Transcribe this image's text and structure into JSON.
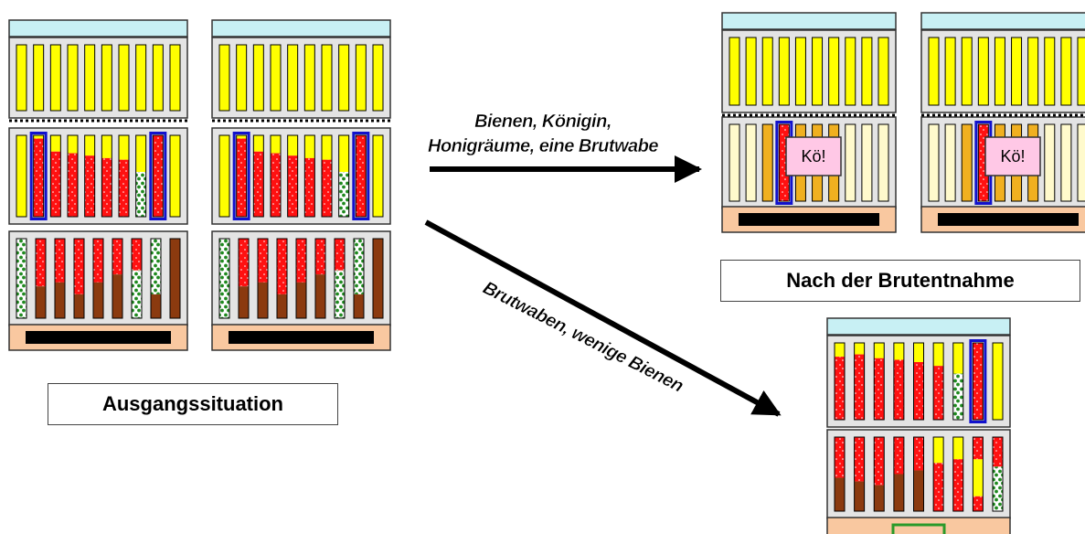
{
  "labels": {
    "start": "Ausgangssituation",
    "after": "Nach der Brutentnahme"
  },
  "arrows": {
    "upper_line1": "Bienen, Königin,",
    "upper_line2": "Honigräume, eine Brutwabe",
    "lower": "Brutwaben, wenige Bienen"
  },
  "queen_label": "Kö!",
  "colors": {
    "lid": "#c8f0f4",
    "box": "#e4e4e4",
    "honey": "#ffff00",
    "brood": "#ff1111",
    "pollen": "#8b3a0f",
    "foundation": "#f0b020",
    "empty_comb": "#fffacc",
    "marked_frame": "#1111cc",
    "queen_cage": "#ffc8e6",
    "floor": "#f9c8a0",
    "cover_green": "#2a9a2a"
  }
}
